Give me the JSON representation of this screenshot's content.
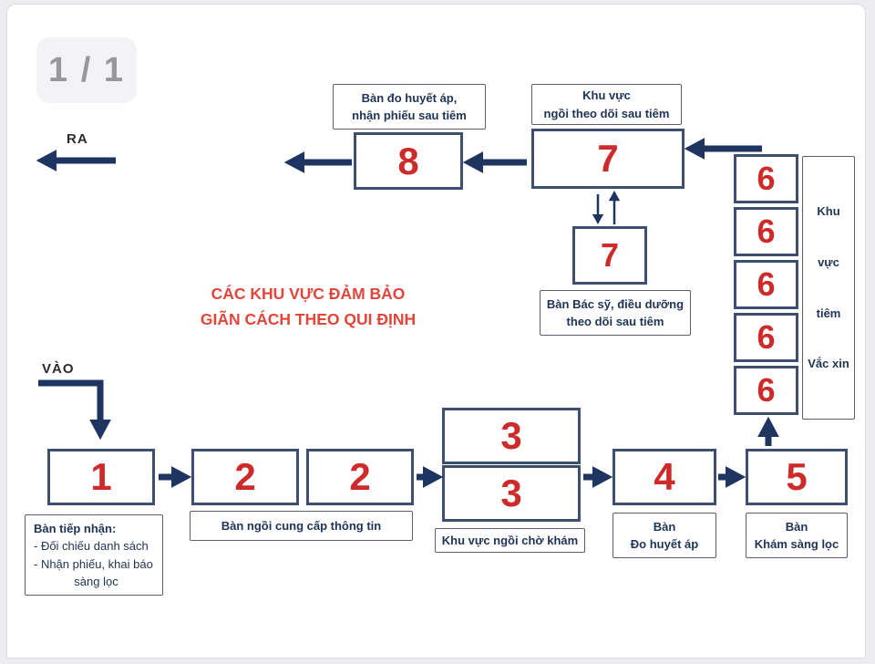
{
  "viewer": {
    "page_indicator": "1 / 1"
  },
  "flow": {
    "exit_label": "RA",
    "entry_label": "VÀO",
    "title_line1": "CÁC KHU VỰC ĐẢM BẢO",
    "title_line2": "GIÃN CÁCH THEO QUI ĐỊNH"
  },
  "stations": {
    "reception": "1",
    "info_desk_a": "2",
    "info_desk_b": "2",
    "waiting_a": "3",
    "waiting_b": "3",
    "blood_pressure": "4",
    "screening": "5",
    "vaccination": [
      "6",
      "6",
      "6",
      "6",
      "6"
    ],
    "monitoring_area": "7",
    "monitoring_desk": "7",
    "post_check": "8"
  },
  "labels": {
    "reception_title": "Bàn tiếp nhận:",
    "reception_item1": "- Đối chiếu danh sách",
    "reception_item2": "- Nhận phiếu, khai báo",
    "reception_item3": "sàng lọc",
    "info_desk": "Bàn ngồi cung cấp thông tin",
    "waiting": "Khu vực ngồi chờ khám",
    "blood_pressure_line1": "Bàn",
    "blood_pressure_line2": "Đo huyết áp",
    "screening_line1": "Bàn",
    "screening_line2": "Khám sàng lọc",
    "vaccination_word1": "Khu",
    "vaccination_word2": "vực",
    "vaccination_word3": "tiêm",
    "vaccination_word4": "Vắc xin",
    "monitoring_desk_line1": "Bàn Bác sỹ, điều dưỡng",
    "monitoring_desk_line2": "theo dõi sau tiêm",
    "monitoring_area_line1": "Khu vực",
    "monitoring_area_line2": "ngồi theo dõi sau tiêm",
    "post_check_line1": "Bàn đo huyết áp,",
    "post_check_line2": "nhận phiếu sau tiêm"
  },
  "colors": {
    "arrow": "#1e3561",
    "station_number": "#ce2a2a",
    "title_red": "#e2453a",
    "station_border": "#3e4e70",
    "label_text": "#1f3356"
  }
}
